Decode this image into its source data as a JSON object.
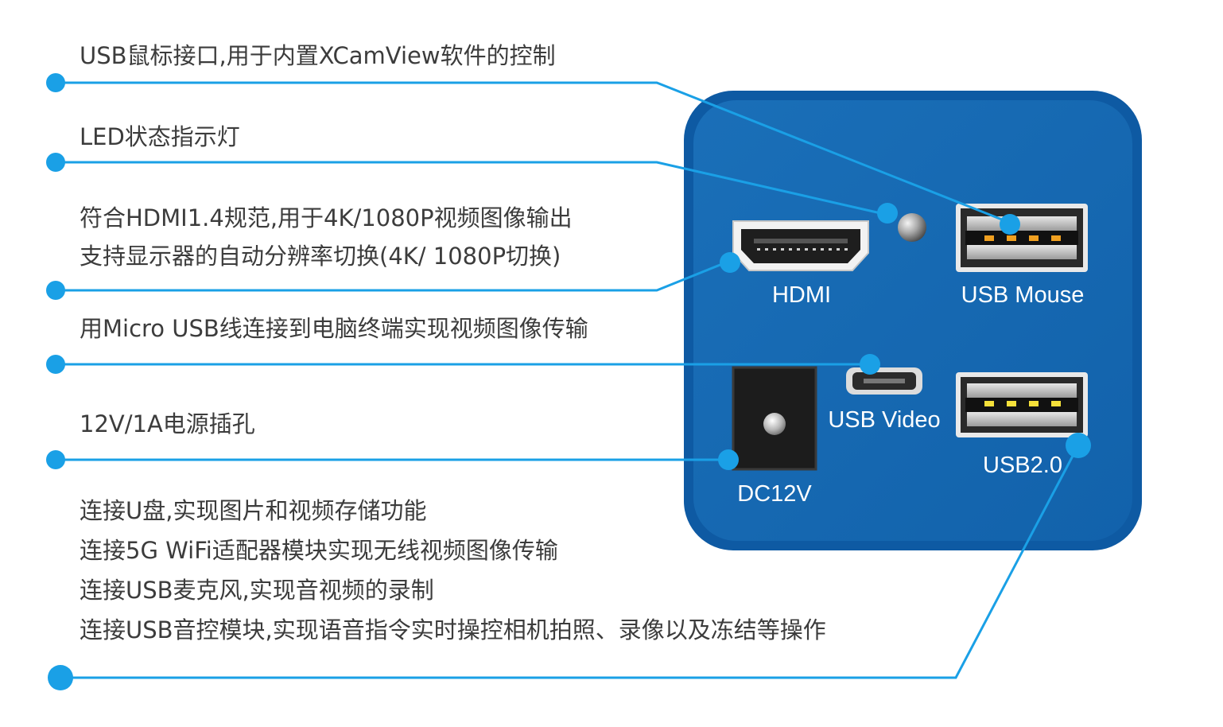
{
  "colors": {
    "callout_line": "#1aa0e6",
    "callout_dot": "#1aa0e6",
    "body_dark": "#0f5aa2",
    "body_face": "#1267b0",
    "text": "#3c3c3c",
    "port_label": "#ffffff"
  },
  "callouts": [
    {
      "id": "usb-mouse",
      "lines": [
        "USB鼠标接口,用于内置XCamView软件的控制"
      ]
    },
    {
      "id": "led",
      "lines": [
        "LED状态指示灯"
      ]
    },
    {
      "id": "hdmi",
      "lines": [
        "符合HDMI1.4规范,用于4K/1080P视频图像输出",
        "支持显示器的自动分辨率切换(4K/ 1080P切换)"
      ]
    },
    {
      "id": "usb-video",
      "lines": [
        "用Micro USB线连接到电脑终端实现视频图像传输"
      ]
    },
    {
      "id": "dc",
      "lines": [
        "12V/1A电源插孔"
      ]
    },
    {
      "id": "usb2",
      "lines": [
        "连接U盘,实现图片和视频存储功能",
        "连接5G WiFi适配器模块实现无线视频图像传输",
        "连接USB麦克风,实现音视频的录制",
        "连接USB音控模块,实现语音指令实时操控相机拍照、录像以及冻结等操作"
      ]
    }
  ],
  "ports": {
    "hdmi": "HDMI",
    "usb_mouse": "USB Mouse",
    "usb_video": "USB Video",
    "usb2": "USB2.0",
    "dc": "DC12V"
  }
}
